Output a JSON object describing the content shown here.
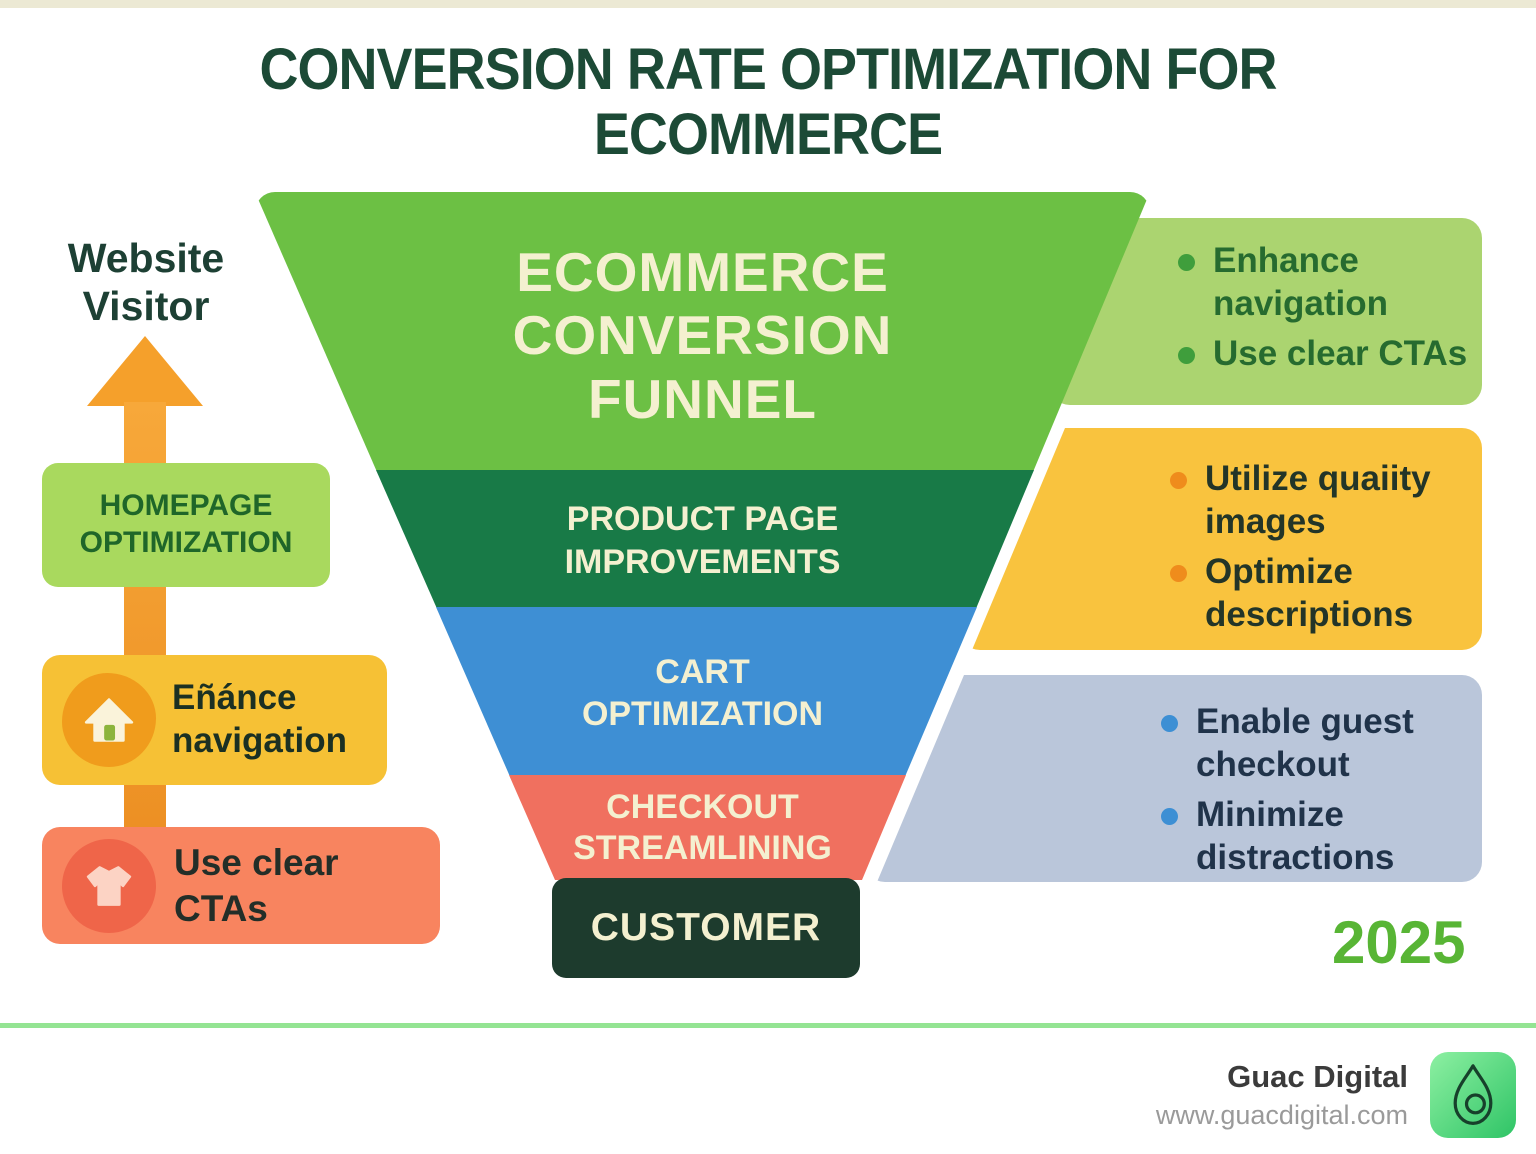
{
  "colors": {
    "title": "#1c4a36",
    "funnel_green": "#6cc044",
    "funnel_dark_green": "#187a47",
    "funnel_blue": "#3e8fd4",
    "funnel_red": "#f0705f",
    "customer_dark": "#1d3b2d",
    "left_step_green": "#a9d95e",
    "left_step_yellow": "#f6c135",
    "left_step_salmon": "#f8845f",
    "right_box_green": "#abd470",
    "right_box_yellow": "#f9c33e",
    "right_box_bluegray": "#bac6da",
    "arrow_orange": "#f5a02b",
    "year_green": "#58b535",
    "separator_green": "#94e493"
  },
  "header": {
    "title": "CONVERSION RATE OPTIMIZATION FOR ECOMMERCE"
  },
  "left_flow": {
    "label": "Website Visitor",
    "steps": [
      {
        "label": "HOMEPAGE OPTIMIZATION"
      },
      {
        "label": "Eñánce navigation",
        "icon": "home-icon"
      },
      {
        "label": "Use clear CTAs",
        "icon": "tshirt-icon"
      }
    ]
  },
  "funnel": {
    "stages": [
      {
        "label": "ECOMMERCE CONVERSION FUNNEL"
      },
      {
        "label": "PRODUCT PAGE IMPROVEMENTS"
      },
      {
        "label": "CART OPTIMIZATION"
      },
      {
        "label": "CHECKOUT STREAMLINING"
      },
      {
        "label": "CUSTOMER"
      }
    ]
  },
  "right_boxes": [
    {
      "items": [
        "Enhance navigation",
        "Use clear CTAs"
      ]
    },
    {
      "items": [
        "Utilize quaiity images",
        "Optimize descriptions"
      ]
    },
    {
      "items": [
        "Enable guest checkout",
        "Minimize distractions"
      ]
    }
  ],
  "year": "2025",
  "footer": {
    "brand": "Guac Digital",
    "website": "www.guacdigital.com",
    "logo": "avocado-icon"
  }
}
